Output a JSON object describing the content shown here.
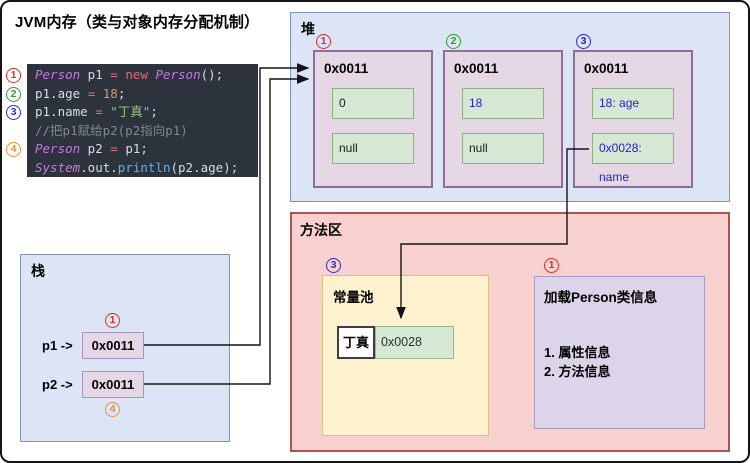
{
  "page": {
    "title": "JVM内存（类与对象内存分配机制）"
  },
  "palette": {
    "step1_red": "#e02b2b",
    "step2_green": "#2e9e2e",
    "step3_blue": "#2a2acc",
    "step4_orange": "#ef8f2e",
    "value_blue": "#2323cf",
    "heap_fill": "#dbe5f5",
    "object_fill": "#e6d7e4",
    "field_fill": "#d5e8d4",
    "method_area_fill": "#f8d0ce",
    "const_pool_fill": "#fdf2cd",
    "class_info_fill": "#dcd4e8",
    "code_bg": "#2d333d"
  },
  "code": {
    "lines": [
      {
        "badge": {
          "num": "1",
          "hex": "#e02b2b"
        },
        "tokens": [
          [
            "t",
            "Person"
          ],
          [
            "p",
            " p1 "
          ],
          [
            "o",
            "="
          ],
          [
            "p",
            " "
          ],
          [
            "o",
            "new"
          ],
          [
            "p",
            " "
          ],
          [
            "t",
            "Person"
          ],
          [
            "p",
            "();"
          ]
        ]
      },
      {
        "badge": {
          "num": "2",
          "hex": "#2e9e2e"
        },
        "tokens": [
          [
            "p",
            "p1.age "
          ],
          [
            "o",
            "="
          ],
          [
            "p",
            " "
          ],
          [
            "n",
            "18"
          ],
          [
            "p",
            ";"
          ]
        ]
      },
      {
        "badge": {
          "num": "3",
          "hex": "#2a2acc"
        },
        "tokens": [
          [
            "p",
            "p1.name "
          ],
          [
            "o",
            "="
          ],
          [
            "p",
            " "
          ],
          [
            "s",
            "\"丁真\""
          ],
          [
            "p",
            ";"
          ]
        ]
      },
      {
        "badge": null,
        "tokens": [
          [
            "c",
            "//把p1赋给p2(p2指向p1)"
          ]
        ]
      },
      {
        "badge": {
          "num": "4",
          "hex": "#ef8f2e"
        },
        "tokens": [
          [
            "t",
            "Person"
          ],
          [
            "p",
            " p2 "
          ],
          [
            "o",
            "="
          ],
          [
            "p",
            " p1;"
          ]
        ]
      },
      {
        "badge": null,
        "tokens": [
          [
            "t",
            "System"
          ],
          [
            "p",
            ".out."
          ],
          [
            "f",
            "println"
          ],
          [
            "p",
            "(p2.age);"
          ]
        ]
      }
    ]
  },
  "heap": {
    "label": "堆",
    "objects": [
      {
        "badge": {
          "num": "1",
          "hex": "#e02b2b"
        },
        "address": "0x0011",
        "fields": [
          {
            "text": "0",
            "blue": false
          },
          {
            "text": "null",
            "blue": false
          }
        ]
      },
      {
        "badge": {
          "num": "2",
          "hex": "#2e9e2e"
        },
        "address": "0x0011",
        "fields": [
          {
            "text": "18",
            "blue": true
          },
          {
            "text": "null",
            "blue": false
          }
        ]
      },
      {
        "badge": {
          "num": "3",
          "hex": "#2a2acc"
        },
        "address": "0x0011",
        "fields": [
          {
            "text": "18: age",
            "blue": true
          },
          {
            "text": "0x0028: name",
            "blue": true
          }
        ]
      }
    ]
  },
  "stack": {
    "label": "栈",
    "rows": [
      {
        "name": "p1 ->",
        "address": "0x0011",
        "badge": {
          "num": "1",
          "hex": "#e02b2b"
        }
      },
      {
        "name": "p2 ->",
        "address": "0x0011",
        "badge": {
          "num": "4",
          "hex": "#ef8f2e"
        }
      }
    ]
  },
  "method_area": {
    "label": "方法区",
    "constant_pool": {
      "badge": {
        "num": "3",
        "hex": "#2a2acc"
      },
      "label": "常量池",
      "string_value": "丁真",
      "string_address": "0x0028"
    },
    "class_info": {
      "badge": {
        "num": "1",
        "hex": "#e02b2b"
      },
      "title": "加载Person类信息",
      "items": [
        "1. 属性信息",
        "2. 方法信息"
      ]
    }
  }
}
